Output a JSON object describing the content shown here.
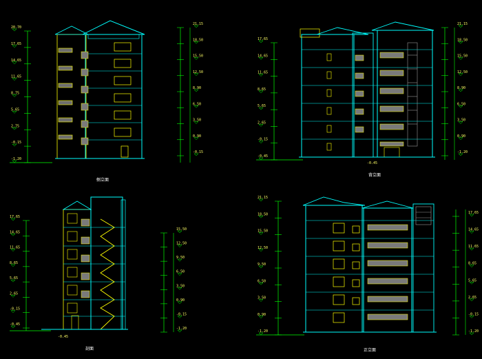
{
  "drawing": {
    "colors": {
      "background": "#000000",
      "outline": "#00ffff",
      "facade": "#ffff00",
      "dimension": "#00ff00",
      "hatch": "#9a9a9a",
      "text": "#ffff66",
      "title": "#ffffff"
    },
    "views": [
      {
        "title": "侧立面",
        "left_levels": [
          "20.70",
          "17.65",
          "14.65",
          "11.65",
          "8.75",
          "5.65",
          "2.75",
          "-0.15",
          "-1.20"
        ],
        "right_levels": [
          "21.15",
          "18.50",
          "15.50",
          "12.50",
          "8.90",
          "6.50",
          "3.50",
          "0.90",
          "-0.15"
        ]
      },
      {
        "title": "背立面",
        "left_levels": [
          "17.65",
          "14.65",
          "11.65",
          "8.65",
          "5.65",
          "2.65",
          "-0.15",
          "-0.45"
        ],
        "right_levels": [
          "21.15",
          "18.50",
          "15.50",
          "12.50",
          "8.90",
          "6.50",
          "3.50",
          "0.90",
          "-1.20"
        ],
        "ground_level": "-0.45"
      },
      {
        "title": "剖面",
        "left_levels": [
          "17.65",
          "14.65",
          "11.65",
          "8.65",
          "5.65",
          "2.65",
          "-0.15",
          "-0.45"
        ],
        "right_levels": [
          "15.50",
          "12.50",
          "9.50",
          "6.50",
          "3.50",
          "0.90",
          "-0.15",
          "-1.20"
        ],
        "ground_level": "-0.45"
      },
      {
        "title": "正立面",
        "left_levels": [
          "21.15",
          "18.50",
          "15.50",
          "12.50",
          "9.50",
          "6.50",
          "3.50",
          "0.90",
          "-1.20"
        ],
        "right_levels": [
          "17.65",
          "14.65",
          "11.65",
          "8.65",
          "5.65",
          "2.65",
          "-0.15",
          "-1.20"
        ]
      }
    ]
  }
}
